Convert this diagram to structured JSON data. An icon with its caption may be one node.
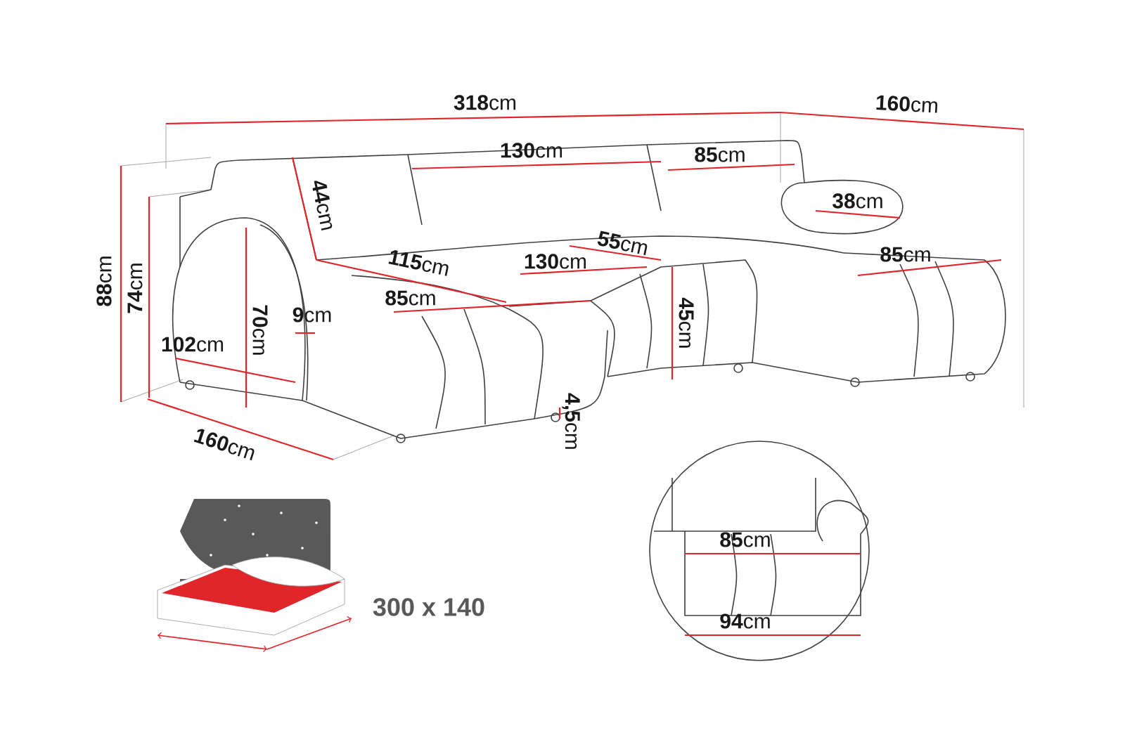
{
  "diagram": {
    "labels": [
      "**318**cm",
      "**160**cm",
      "**130**cm",
      "**85**cm",
      "**44**cm",
      "**38**cm",
      "**115**cm",
      "**130**cm",
      "**55**cm",
      "**85**cm",
      "**88**cm",
      "**74**cm",
      "**85**cm",
      "**9**cm",
      "**70**cm",
      "**45**cm",
      "**102**cm",
      "**4,5**cm",
      "**160**cm",
      "300 x 140",
      "**85**cm",
      "**94**cm"
    ]
  }
}
